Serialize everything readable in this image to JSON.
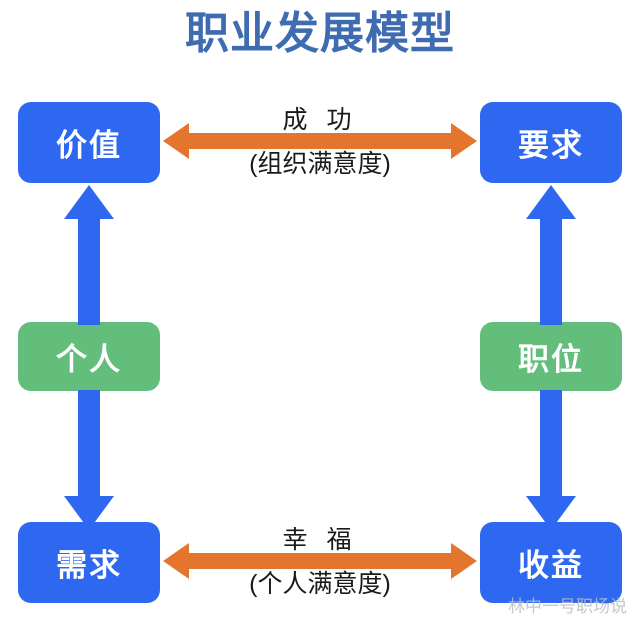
{
  "diagram": {
    "title": "职业发展模型",
    "title_color": "#3F6BB0",
    "background": "#FFFFFF",
    "node_blue_color": "#2E68F0",
    "node_green_color": "#63BE7C",
    "arrow_orange_color": "#E3762C",
    "arrow_blue_color": "#2E68F0",
    "nodes": [
      {
        "id": "value",
        "label": "价值",
        "color": "#2E68F0",
        "position": "top-left"
      },
      {
        "id": "demand",
        "label": "要求",
        "color": "#2E68F0",
        "position": "top-right"
      },
      {
        "id": "person",
        "label": "个人",
        "color": "#63BE7C",
        "position": "middle-left"
      },
      {
        "id": "position",
        "label": "职位",
        "color": "#63BE7C",
        "position": "middle-right"
      },
      {
        "id": "need",
        "label": "需求",
        "color": "#2E68F0",
        "position": "bottom-left"
      },
      {
        "id": "income",
        "label": "收益",
        "color": "#2E68F0",
        "position": "bottom-right"
      }
    ],
    "horizontal_connectors": [
      {
        "id": "success",
        "main_label": "成 功",
        "sub_label": "(组织满意度)",
        "from": "价值",
        "to": "要求",
        "style": "double-headed",
        "color": "#E3762C"
      },
      {
        "id": "happiness",
        "main_label": "幸 福",
        "sub_label": "(个人满意度)",
        "from": "需求",
        "to": "收益",
        "style": "double-headed",
        "color": "#E3762C"
      }
    ],
    "vertical_connectors": [
      {
        "id": "person-to-value",
        "from": "个人",
        "to": "价值",
        "direction": "up",
        "color": "#2E68F0"
      },
      {
        "id": "person-to-need",
        "from": "个人",
        "to": "需求",
        "direction": "down",
        "color": "#2E68F0"
      },
      {
        "id": "position-to-demand",
        "from": "职位",
        "to": "要求",
        "direction": "up",
        "color": "#2E68F0"
      },
      {
        "id": "position-to-income",
        "from": "职位",
        "to": "收益",
        "direction": "down",
        "color": "#2E68F0"
      }
    ],
    "watermark": "林中一号职场说"
  }
}
